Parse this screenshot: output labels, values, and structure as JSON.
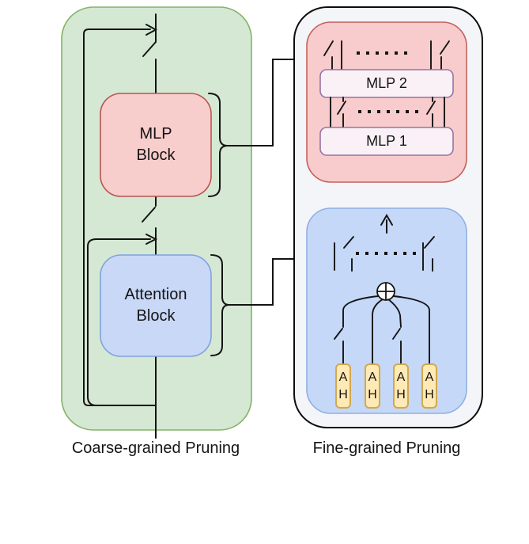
{
  "figure": {
    "coarse_panel": {
      "caption": "Coarse-grained Pruning",
      "mlp_block": {
        "label_line1": "MLP",
        "label_line2": "Block"
      },
      "attention_block": {
        "label_line1": "Attention",
        "label_line2": "Block"
      }
    },
    "fine_panel": {
      "caption": "Fine-grained Pruning",
      "mlp_detail": {
        "mlp2_label": "MLP 2",
        "mlp1_label": "MLP 1",
        "dots_top_row": 6,
        "dots_bottom_row": 7,
        "pruned_wires_per_row": 2
      },
      "attention_detail": {
        "head_label_line1": "A",
        "head_label_line2": "H",
        "num_heads": 4,
        "pruned_heads": 2,
        "dots_row": 7
      }
    },
    "icons": {
      "open_switch": "open pruning switch blade",
      "sum": "circle-plus add",
      "arrowhead": "open V arrowhead",
      "ellipsis": "dotted continuation",
      "brace": "curly brace"
    },
    "colors": {
      "coarse_fill": "#d5e8d4",
      "coarse_stroke": "#82b366",
      "mlp_fill": "#f8cecc",
      "mlp_stroke": "#b85450",
      "attention_fill": "#c9d8f7",
      "attention_stroke": "#80a2dd",
      "fine_fill": "#f4f5f9",
      "fine_stroke": "#0d0d0d",
      "fine_mlp_fill": "#f8cccc",
      "fine_mlp_stroke": "#c4605a",
      "fine_attention_fill": "#c6d8f8",
      "fine_attention_stroke": "#8fb0e4",
      "mlp_layer_fill": "#faf1f6",
      "mlp_layer_stroke": "#9673a6",
      "head_fill": "#ffe9b4",
      "head_stroke": "#d0a94f",
      "line": "#141414"
    }
  }
}
